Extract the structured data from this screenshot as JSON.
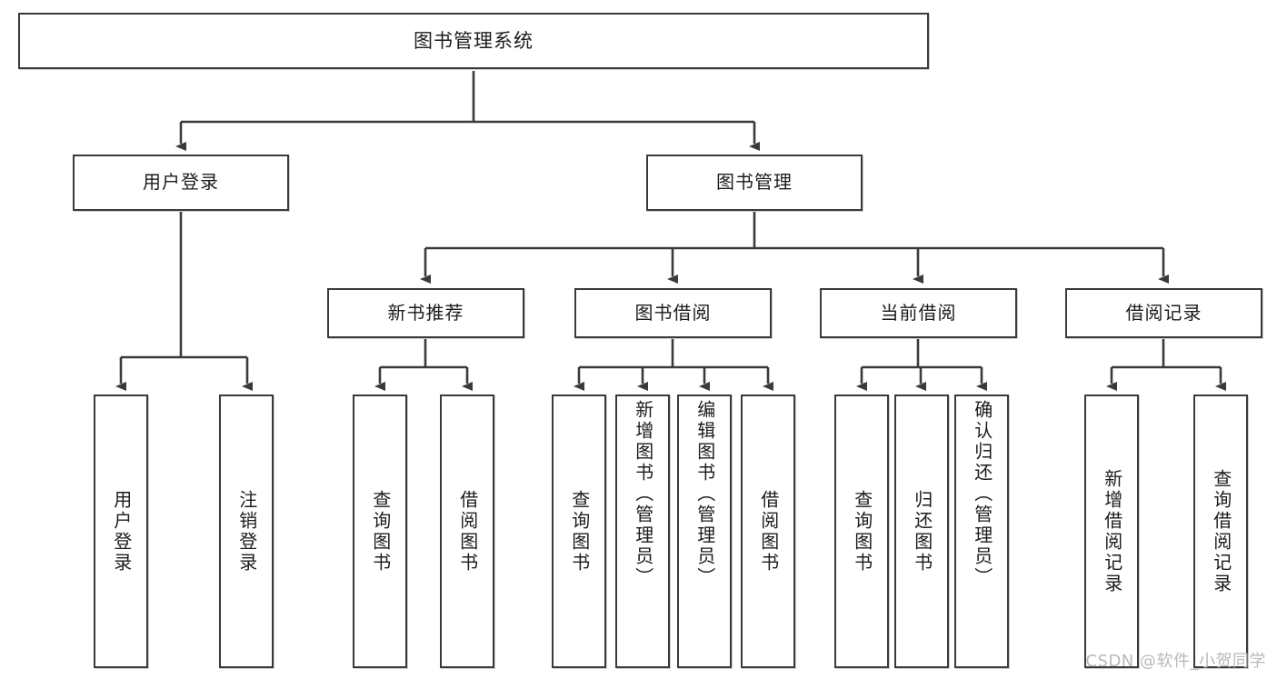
{
  "diagram": {
    "title": "图书管理系统",
    "type": "tree",
    "root": {
      "id": "root",
      "label": "图书管理系统"
    },
    "level2": [
      {
        "id": "user-login",
        "label": "用户登录"
      },
      {
        "id": "book-manage",
        "label": "图书管理"
      }
    ],
    "level3": [
      {
        "id": "new-book-rec",
        "label": "新书推荐",
        "parent": "book-manage"
      },
      {
        "id": "book-borrow",
        "label": "图书借阅",
        "parent": "book-manage"
      },
      {
        "id": "current-borrow",
        "label": "当前借阅",
        "parent": "book-manage"
      },
      {
        "id": "borrow-record",
        "label": "借阅记录",
        "parent": "book-manage"
      }
    ],
    "leaves": [
      {
        "id": "leaf-user-login",
        "label": "用户登录",
        "parent": "user-login"
      },
      {
        "id": "leaf-logout-login",
        "label": "注销登录",
        "parent": "user-login"
      },
      {
        "id": "leaf-query-book-1",
        "label": "查询图书",
        "parent": "new-book-rec"
      },
      {
        "id": "leaf-borrow-book-1",
        "label": "借阅图书",
        "parent": "new-book-rec"
      },
      {
        "id": "leaf-query-book-2",
        "label": "查询图书",
        "parent": "book-borrow"
      },
      {
        "id": "leaf-add-book",
        "label": "新增图书（管理员）",
        "parent": "book-borrow"
      },
      {
        "id": "leaf-edit-book",
        "label": "编辑图书（管理员）",
        "parent": "book-borrow"
      },
      {
        "id": "leaf-borrow-book-2",
        "label": "借阅图书",
        "parent": "book-borrow"
      },
      {
        "id": "leaf-query-book-3",
        "label": "查询图书",
        "parent": "current-borrow"
      },
      {
        "id": "leaf-return-book",
        "label": "归还图书",
        "parent": "current-borrow"
      },
      {
        "id": "leaf-confirm-return",
        "label": "确认归还（管理员）",
        "parent": "current-borrow"
      },
      {
        "id": "leaf-add-record",
        "label": "新增借阅记录",
        "parent": "borrow-record"
      },
      {
        "id": "leaf-query-record",
        "label": "查询借阅记录",
        "parent": "borrow-record"
      }
    ],
    "colors": {
      "stroke": "#3a3a3a",
      "box_fill": "#ffffff",
      "text": "#1c1c1c",
      "watermark": "#b9b9b9",
      "background": "#ffffff"
    }
  },
  "watermark": {
    "text": "CSDN @软件_小贺同学"
  }
}
